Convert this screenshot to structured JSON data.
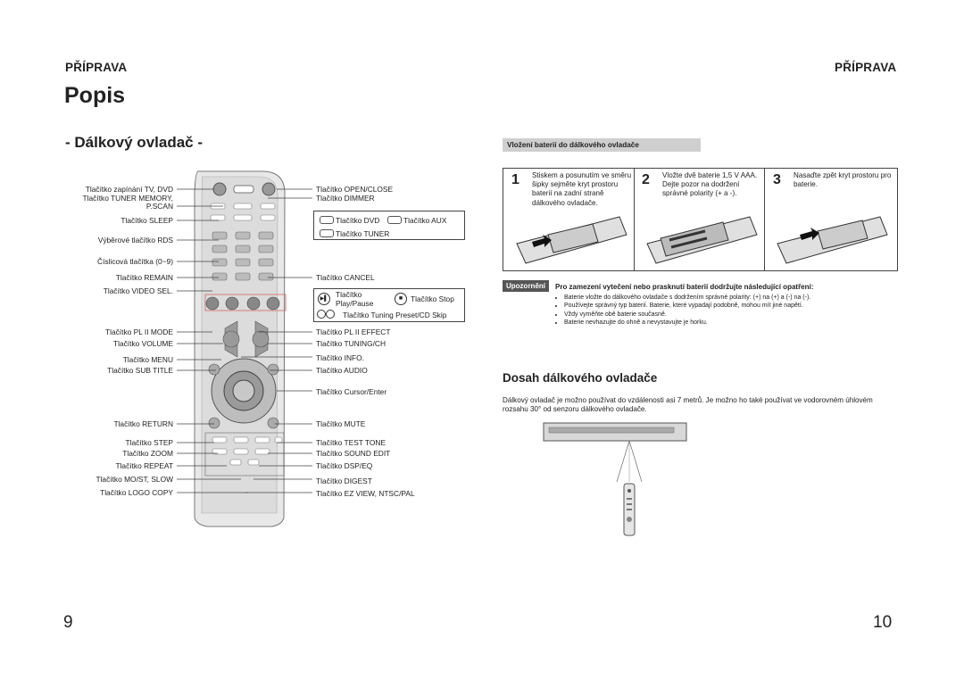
{
  "left": {
    "header": "PŘÍPRAVA",
    "title": "Popis",
    "subtitle": "- Dálkový ovladač -",
    "labels_left": [
      "Tlačítko zapínání TV, DVD",
      "Tlačítko TUNER MEMORY,",
      "P.SCAN",
      "Tlačítko SLEEP",
      "Výběrové tlačítko RDS",
      "Číslicová tlačítka (0~9)",
      "Tlačítko REMAIN",
      "Tlačítko VIDEO SEL.",
      "Tlačítko  PL II MODE",
      "Tlačítko VOLUME",
      "Tlačítko MENU",
      "Tlačítko SUB TITLE",
      "Tlačítko RETURN",
      "Tlačítko STEP",
      "Tlačítko ZOOM",
      "Tlačítko REPEAT",
      "Tlačítko MO/ST, SLOW",
      "Tlačítko LOGO COPY"
    ],
    "labels_right": [
      "Tlačítko OPEN/CLOSE",
      "Tlačítko DIMMER",
      "Tlačítko CANCEL",
      "Tlačítko  PL II EFFECT",
      "Tlačítko TUNING/CH",
      "Tlačítko INFO.",
      "Tlačítko AUDIO",
      "Tlačítko Cursor/Enter",
      "Tlačítko MUTE",
      "Tlačítko TEST TONE",
      "Tlačítko SOUND EDIT",
      "Tlačítko DSP/EQ",
      "Tlačítko DIGEST",
      "Tlačítko EZ VIEW, NTSC/PAL"
    ],
    "box1": {
      "dvd": "Tlačítko DVD",
      "aux": "Tlačítko AUX",
      "tuner": "Tlačítko TUNER"
    },
    "box2": {
      "play_1": "Tlačítko",
      "play_2": "Play/Pause",
      "stop": "Tlačítko Stop",
      "skip": "Tlačítko Tuning Preset/CD Skip"
    },
    "page_number": "9"
  },
  "right": {
    "header": "PŘÍPRAVA",
    "battery_title": "Vložení baterií do dálkového ovladače",
    "steps": [
      {
        "num": "1",
        "text": "Stiskem a posunutím ve směru šipky sejměte kryt prostoru baterií na zadní straně dálkového ovladače."
      },
      {
        "num": "2",
        "text": "Vložte dvě baterie 1,5 V AAA. Dejte pozor na dodržení správné polarity (+ a -)."
      },
      {
        "num": "3",
        "text": "Nasaďte zpět kryt prostoru pro baterie."
      }
    ],
    "warning_tag": "Upozornění",
    "warning_head": "Pro zamezení vytečení nebo prasknutí baterií dodržujte následující opatření:",
    "warnings": [
      "Baterie vložte do dálkového ovladače s dodržením správné polarity: (+) na (+) a (-) na (-).",
      "Používejte správný typ baterií. Baterie, které vypadají podobně, mohou mít jiné napětí.",
      "Vždy vyměňte obě baterie současně.",
      "Baterie nevhazujte do ohně a nevystavujte je horku."
    ],
    "range_title": "Dosah dálkového ovladače",
    "range_text": "Dálkový ovladač je možno používat do vzdálenosti asi 7 metrů. Je možno ho také používat ve vodorovném úhlovém rozsahu 30° od senzoru dálkového ovladače.",
    "page_number": "10"
  }
}
